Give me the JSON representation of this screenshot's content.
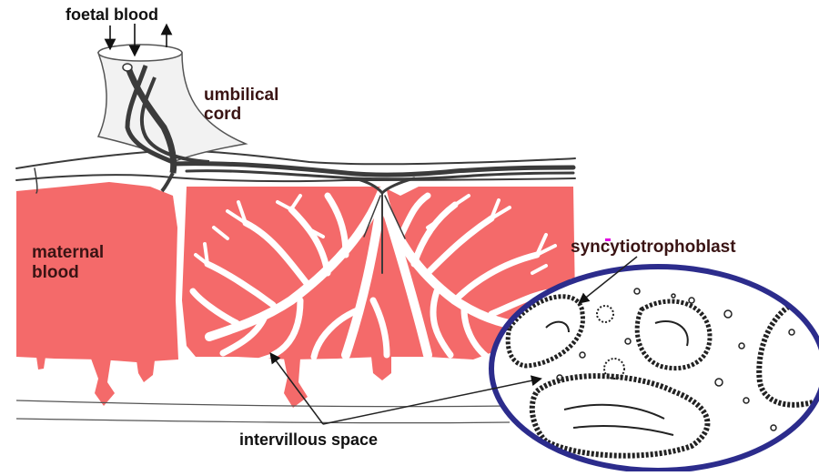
{
  "labels": {
    "foetal_blood": "foetal blood",
    "umbilical_line1": "umbilical",
    "umbilical_line2": "cord",
    "maternal_line1": "maternal",
    "maternal_line2": "blood",
    "syncytiotrophoblast": "syncytiotrophoblast",
    "intervillous_space": "intervillous space"
  },
  "colors": {
    "maternal_blood": "#f46a6a",
    "vessel_dark": "#3b3b3b",
    "circle_border": "#2c2c8c",
    "label_dark": "#3a1414",
    "accent_marker": "#e000e0"
  },
  "icons": {
    "flow_arrows": "arrow-icon"
  }
}
